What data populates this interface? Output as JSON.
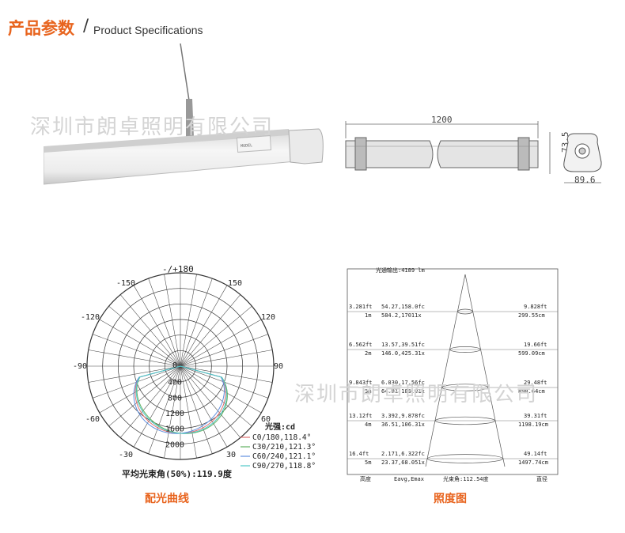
{
  "header": {
    "title_cn": "产品参数",
    "separator": "/",
    "title_en": "Product Specifications"
  },
  "watermark": "深圳市朗卓照明有限公司",
  "product_photo": {
    "label_plate": "MODEL"
  },
  "dimensions": {
    "length": "1200",
    "height": "73.5",
    "width": "89.6"
  },
  "polar": {
    "top_label": "-/+180",
    "angle_labels": {
      "a150n": "-150",
      "a150p": "150",
      "a120n": "-120",
      "a120p": "120",
      "a90n": "-90",
      "a90p": "90",
      "a60n": "-60",
      "a60p": "60",
      "a30n": "-30",
      "a30p": "30"
    },
    "radial_labels": [
      "0",
      "400",
      "800",
      "1200",
      "1600",
      "2000"
    ],
    "unit_label": "光强:cd",
    "legend": [
      {
        "text": "C0/180,118.4°",
        "color": "#e07070"
      },
      {
        "text": "C30/210,121.3°",
        "color": "#60b060"
      },
      {
        "text": "C60/240,121.1°",
        "color": "#6090e0"
      },
      {
        "text": "C90/270,118.8°",
        "color": "#50c8c8"
      }
    ],
    "beam_angle": "平均光束角(50%):119.9度",
    "caption": "配光曲线"
  },
  "illuminance": {
    "output_label": "光通输出:4189 lm",
    "rows": [
      {
        "height_ft": "3.281ft",
        "height_m": "1m",
        "fc": "54.27,158.0fc",
        "lx": "584.2,17011x",
        "dia_ft": "9.828ft",
        "dia_cm": "299.55cm"
      },
      {
        "height_ft": "6.562ft",
        "height_m": "2m",
        "fc": "13.57,39.51fc",
        "lx": "146.0,425.31x",
        "dia_ft": "19.66ft",
        "dia_cm": "599.09cm"
      },
      {
        "height_ft": "9.843ft",
        "height_m": "3m",
        "fc": "6.030,17.56fc",
        "lx": "64.91,189.01x",
        "dia_ft": "29.48ft",
        "dia_cm": "898.64cm"
      },
      {
        "height_ft": "13.12ft",
        "height_m": "4m",
        "fc": "3.392,9.878fc",
        "lx": "36.51,106.31x",
        "dia_ft": "39.31ft",
        "dia_cm": "1198.19cm"
      },
      {
        "height_ft": "16.4ft",
        "height_m": "5m",
        "fc": "2.171,6.322fc",
        "lx": "23.37,68.051x",
        "dia_ft": "49.14ft",
        "dia_cm": "1497.74cm"
      }
    ],
    "footer": {
      "height": "高度",
      "eavg": "Eavg,Emax",
      "beam": "光束角:112.54度",
      "diameter": "直径"
    },
    "caption": "照度图"
  }
}
